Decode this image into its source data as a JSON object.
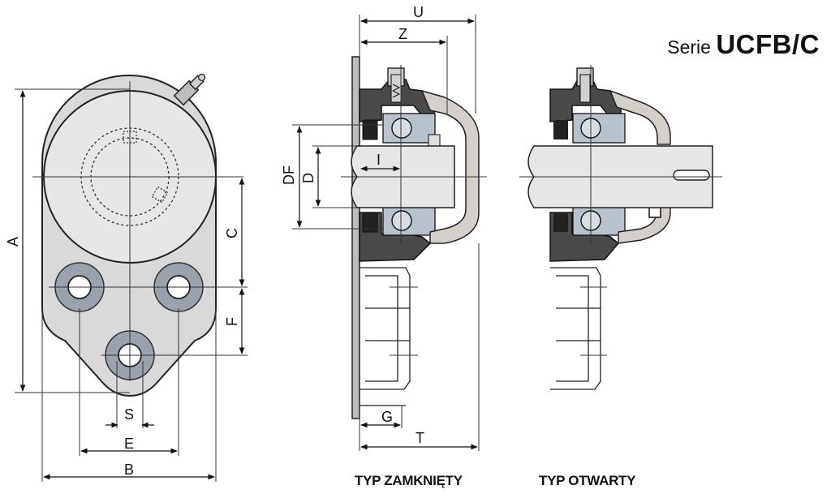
{
  "header": {
    "prefix": "Serie",
    "model": "UCFB/C"
  },
  "dimensions": {
    "A": "A",
    "B": "B",
    "C": "C",
    "E": "E",
    "F": "F",
    "S": "S",
    "U": "U",
    "Z": "Z",
    "DF": "DF",
    "D": "D",
    "I": "I",
    "G": "G",
    "T": "T"
  },
  "captions": {
    "closed": "TYP ZAMKNIĘTY",
    "open": "TYP OTWARTY"
  }
}
